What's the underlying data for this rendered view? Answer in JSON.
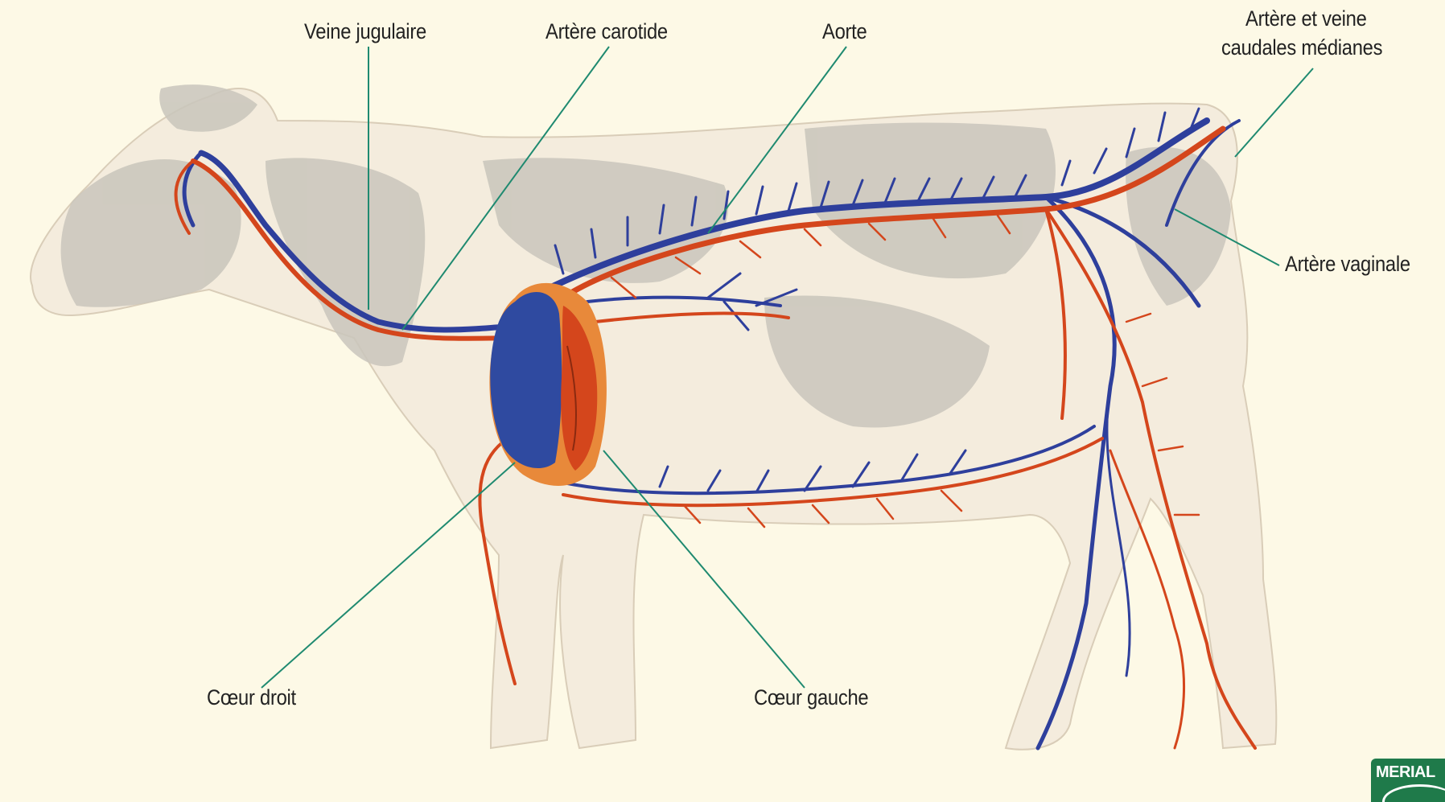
{
  "diagram": {
    "labels": {
      "veine_jugulaire": "Veine jugulaire",
      "artere_carotide": "Artère carotide",
      "aorte": "Aorte",
      "artere_veine_caudales_1": "Artère et veine",
      "artere_veine_caudales_2": "caudales médianes",
      "artere_vaginale": "Artère vaginale",
      "coeur_droit": "Cœur droit",
      "coeur_gauche": "Cœur gauche"
    },
    "logo_text": "MERIAL",
    "colors": {
      "background": "#fdf9e6",
      "cow_body": "#f4ecdd",
      "cow_patch": "#c9c6bc",
      "artery": "#d4461c",
      "vein": "#2e3f9c",
      "leader_line": "#1f8a70"
    }
  }
}
